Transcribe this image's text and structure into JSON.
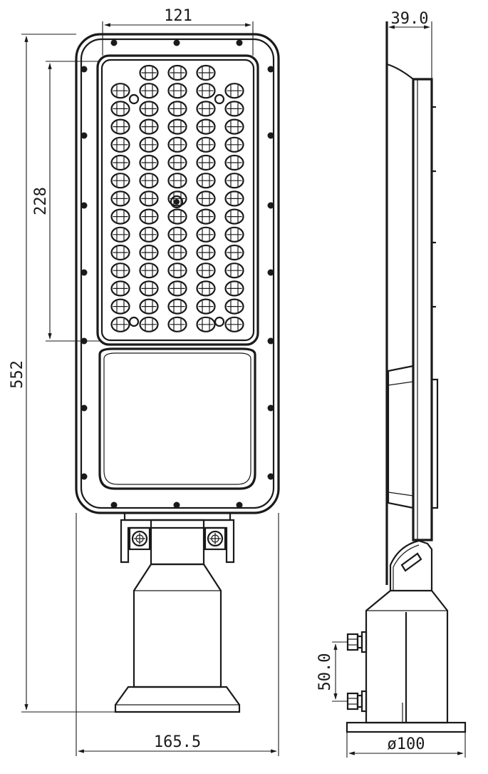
{
  "dimensions": {
    "front_width_top": "121",
    "front_height_total": "552",
    "front_led_height": "228",
    "front_width_bottom": "165.5",
    "side_depth": "39.0",
    "side_bolt_spacing": "50.0",
    "side_diameter": "ø100"
  },
  "led_module": {
    "rows": 15,
    "columns": 5
  }
}
